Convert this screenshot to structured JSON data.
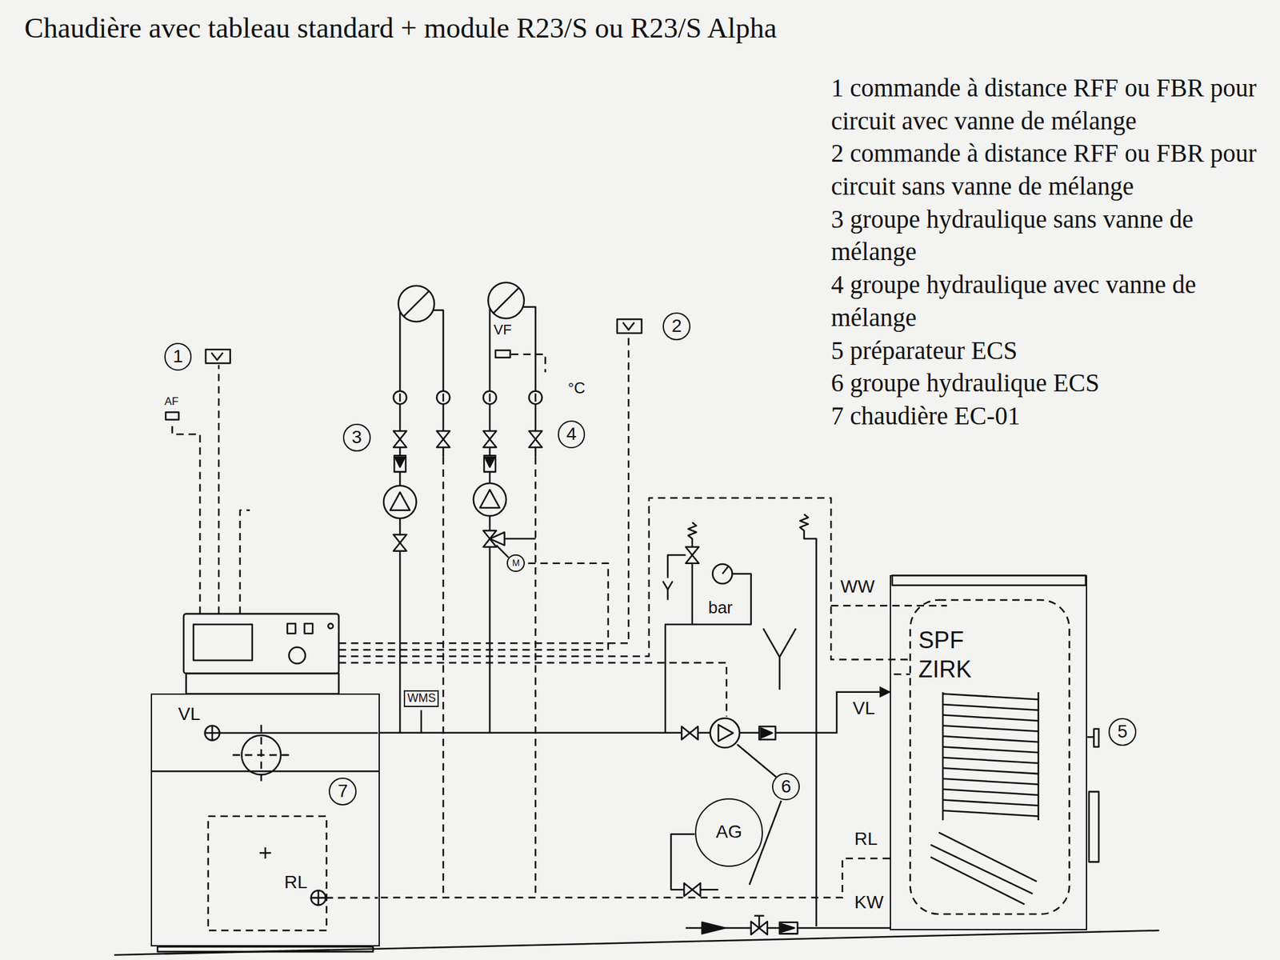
{
  "diagram": {
    "title": "Chaudière avec tableau standard + module R23/S ou R23/S Alpha",
    "nodes": [
      {
        "text": [
          "1"
        ]
      },
      {
        "text": [
          "2"
        ]
      },
      {
        "text": [
          "3"
        ]
      },
      {
        "text": [
          "4"
        ]
      },
      {
        "text": [
          "M"
        ]
      },
      {
        "text": [
          "SPF",
          "ZIRK"
        ]
      },
      {
        "text": [
          "5"
        ]
      },
      {
        "text": [
          "WMS"
        ]
      },
      {
        "text": [
          "VL",
          "RL"
        ]
      },
      {
        "text": [
          "7"
        ],
        "in": 8
      },
      {
        "text": [
          "6"
        ]
      },
      {
        "text": [
          "AG"
        ]
      }
    ],
    "edges": [
      {
        "from": 8,
        "to": 5,
        "arrow": "to"
      },
      {
        "from": 5,
        "to": 8,
        "arrow": "none"
      }
    ],
    "labels": [
      "1 commande à distance RFF ou FBR pour circuit avec vanne de mélange",
      "2 commande à distance RFF ou FBR pour circuit sans vanne de mélange",
      "3 groupe hydraulique sans vanne de mélange",
      "4 groupe hydraulique avec vanne de mélange",
      "5 préparateur ECS",
      "6 groupe hydraulique ECS",
      "7 chaudière EC-01",
      "AF",
      "VF",
      "°C",
      "bar",
      "WW",
      "VL",
      "RL",
      "KW"
    ]
  }
}
